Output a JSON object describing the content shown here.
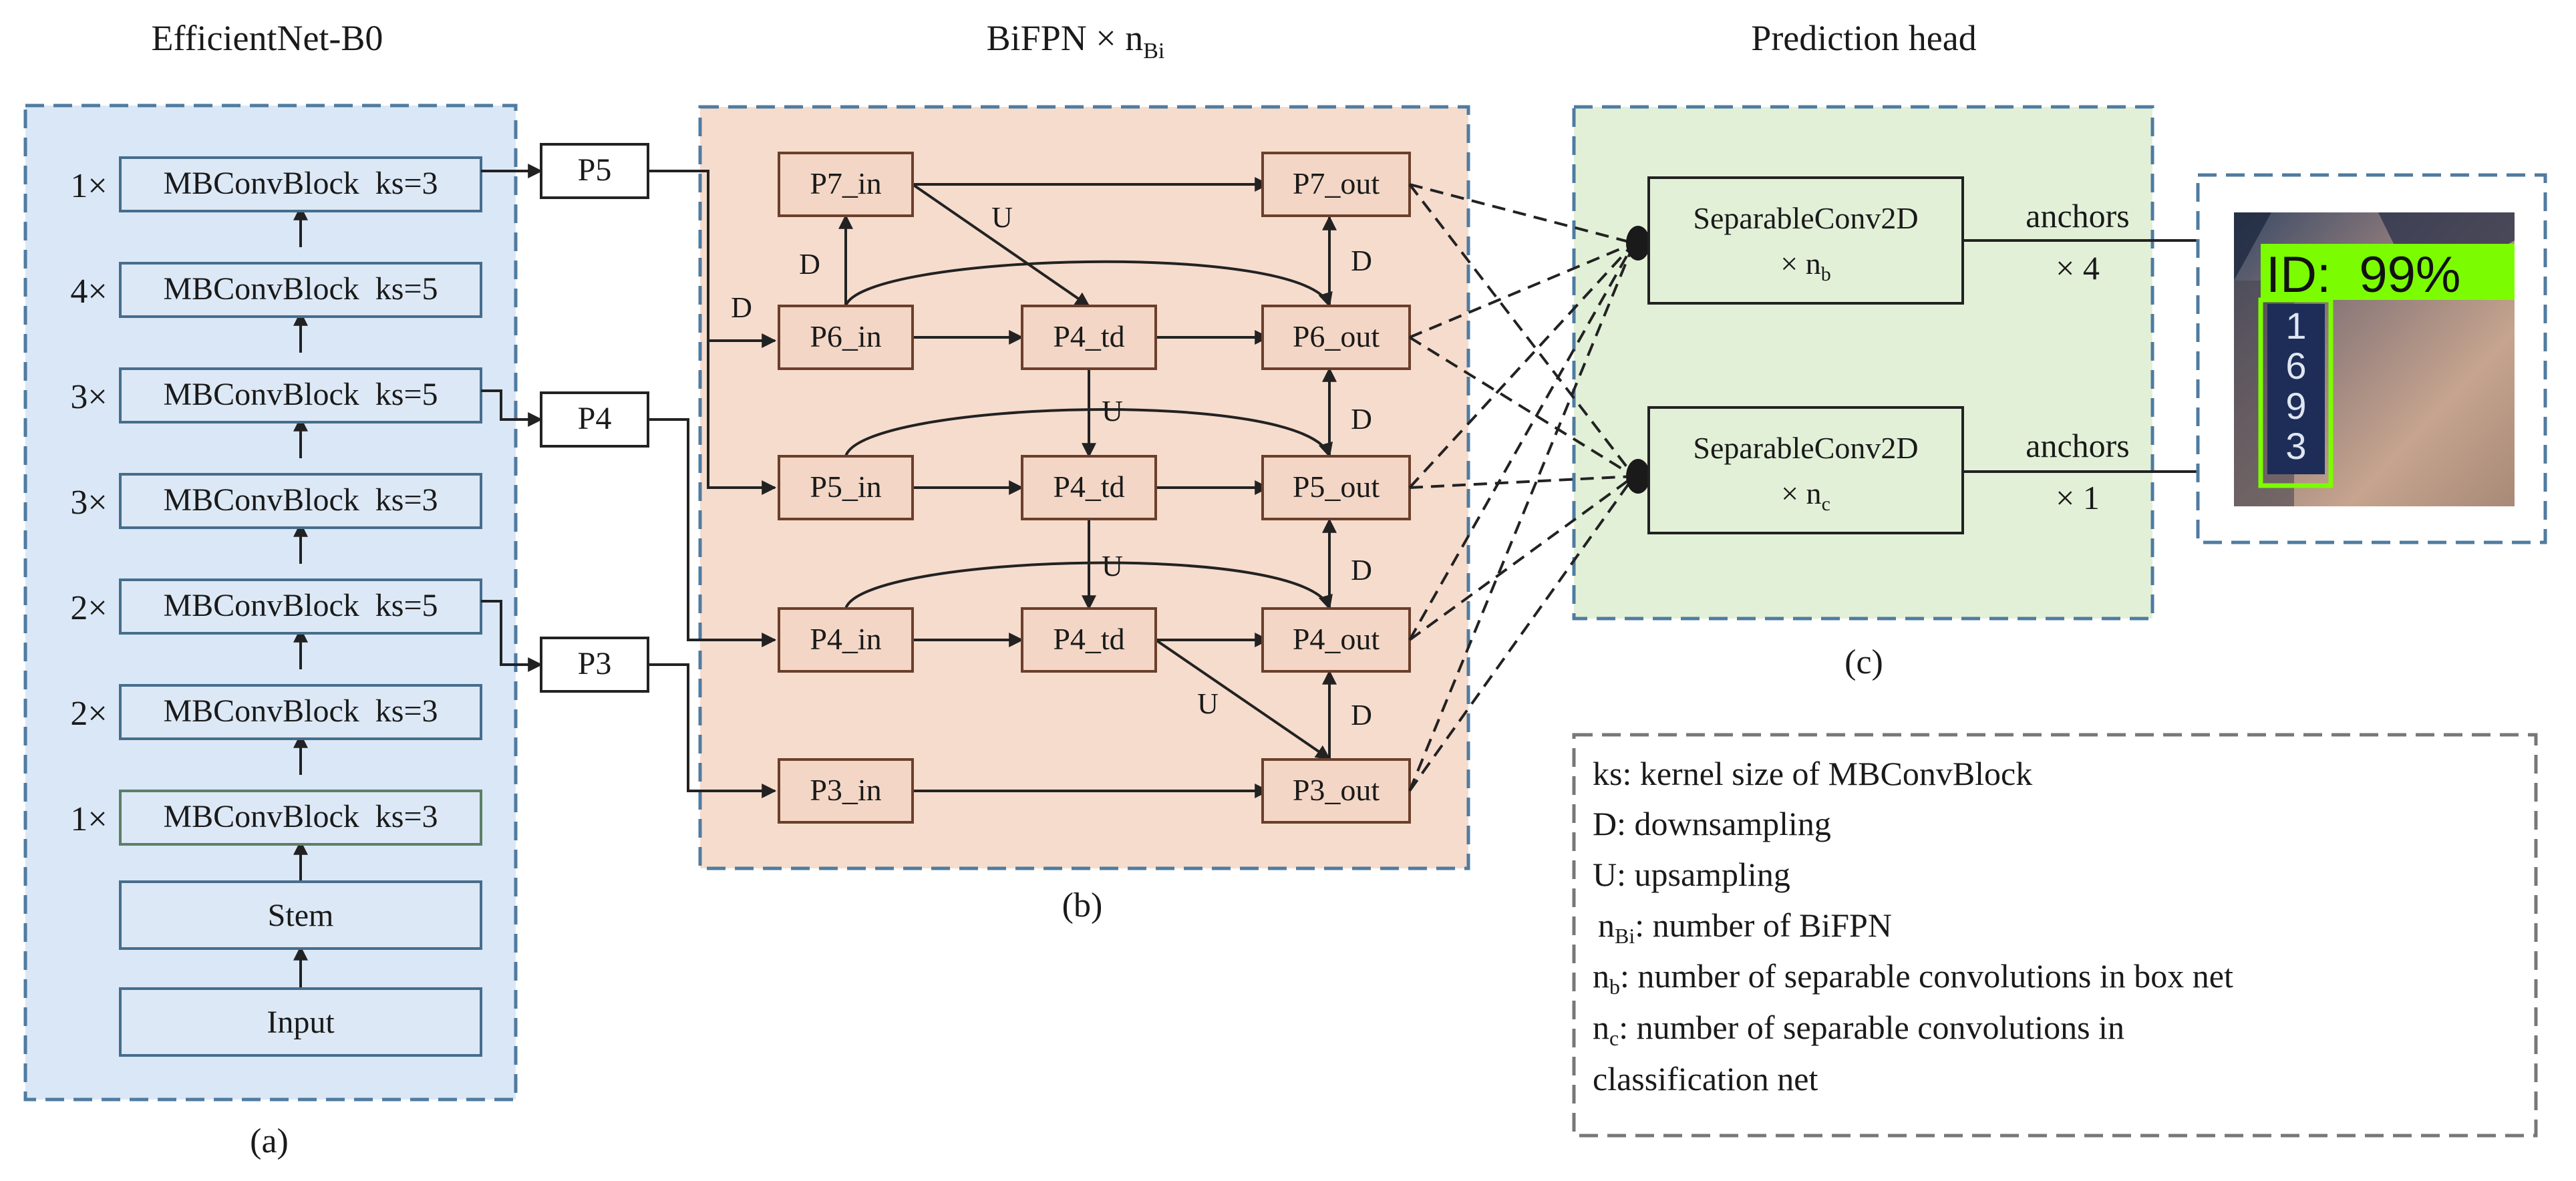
{
  "titles": {
    "backbone": "EfficientNet-B0",
    "bifpn_main": "BiFPN × n",
    "bifpn_sub": "Bi",
    "head": "Prediction head"
  },
  "captions": {
    "a": "(a)",
    "b": "(b)",
    "c": "(c)"
  },
  "backbone": {
    "blocks": [
      {
        "rep": "1×",
        "label": "MBConvBlock  ks=3"
      },
      {
        "rep": "4×",
        "label": "MBConvBlock  ks=5"
      },
      {
        "rep": "3×",
        "label": "MBConvBlock  ks=5"
      },
      {
        "rep": "3×",
        "label": "MBConvBlock  ks=3"
      },
      {
        "rep": "2×",
        "label": "MBConvBlock  ks=5"
      },
      {
        "rep": "2×",
        "label": "MBConvBlock  ks=3"
      },
      {
        "rep": "1×",
        "label": "MBConvBlock  ks=3"
      }
    ],
    "stem": "Stem",
    "input": "Input"
  },
  "p_levels": {
    "p5": "P5",
    "p4": "P4",
    "p3": "P3"
  },
  "bifpn": {
    "p7_in": "P7_in",
    "p6_in": "P6_in",
    "p5_in": "P5_in",
    "p4_in": "P4_in",
    "p3_in": "P3_in",
    "td_6": "P4_td",
    "td_5": "P4_td",
    "td_4": "P4_td",
    "p7_out": "P7_out",
    "p6_out": "P6_out",
    "p5_out": "P5_out",
    "p4_out": "P4_out",
    "p3_out": "P3_out",
    "lbl_d": "D",
    "lbl_u": "U"
  },
  "head": {
    "box_net": {
      "line1": "SeparableConv2D",
      "line2": "× n",
      "sub": "b"
    },
    "class_net": {
      "line1": "SeparableConv2D",
      "line2": "× n",
      "sub": "c"
    },
    "box_anchors": {
      "line1": "anchors",
      "line2": "× 4"
    },
    "class_anchors": {
      "line1": "anchors",
      "line2": "× 1"
    }
  },
  "detection": {
    "label": "ID:  99%",
    "digits": [
      "1",
      "6",
      "9",
      "3"
    ]
  },
  "legend": {
    "ks": "ks: kernel size of MBConvBlock",
    "d": "D: downsampling",
    "u": "U: upsampling",
    "nbi_pre": "n",
    "nbi_sub": "Bi",
    "nbi_post": ": number of BiFPN",
    "nb_pre": "n",
    "nb_sub": "b",
    "nb_post": ": number of separable convolutions in box net",
    "nc_pre": "n",
    "nc_sub": "c",
    "nc_post": ": number of separable convolutions in",
    "nc_post2": "classification net"
  },
  "colors": {
    "backbone_bg": "#dae7f6",
    "block_fill": "#dce8f5",
    "block_stroke": "#466d8c",
    "dashed_blue": "#4f7ba0",
    "bifpn_bg": "#f6dccd",
    "node_fill": "#f3d6c5",
    "node_stroke": "#6b3f2c",
    "head_bg": "#e3f0d8",
    "legend_stroke": "#777777",
    "detect_green": "#7cfc00"
  }
}
